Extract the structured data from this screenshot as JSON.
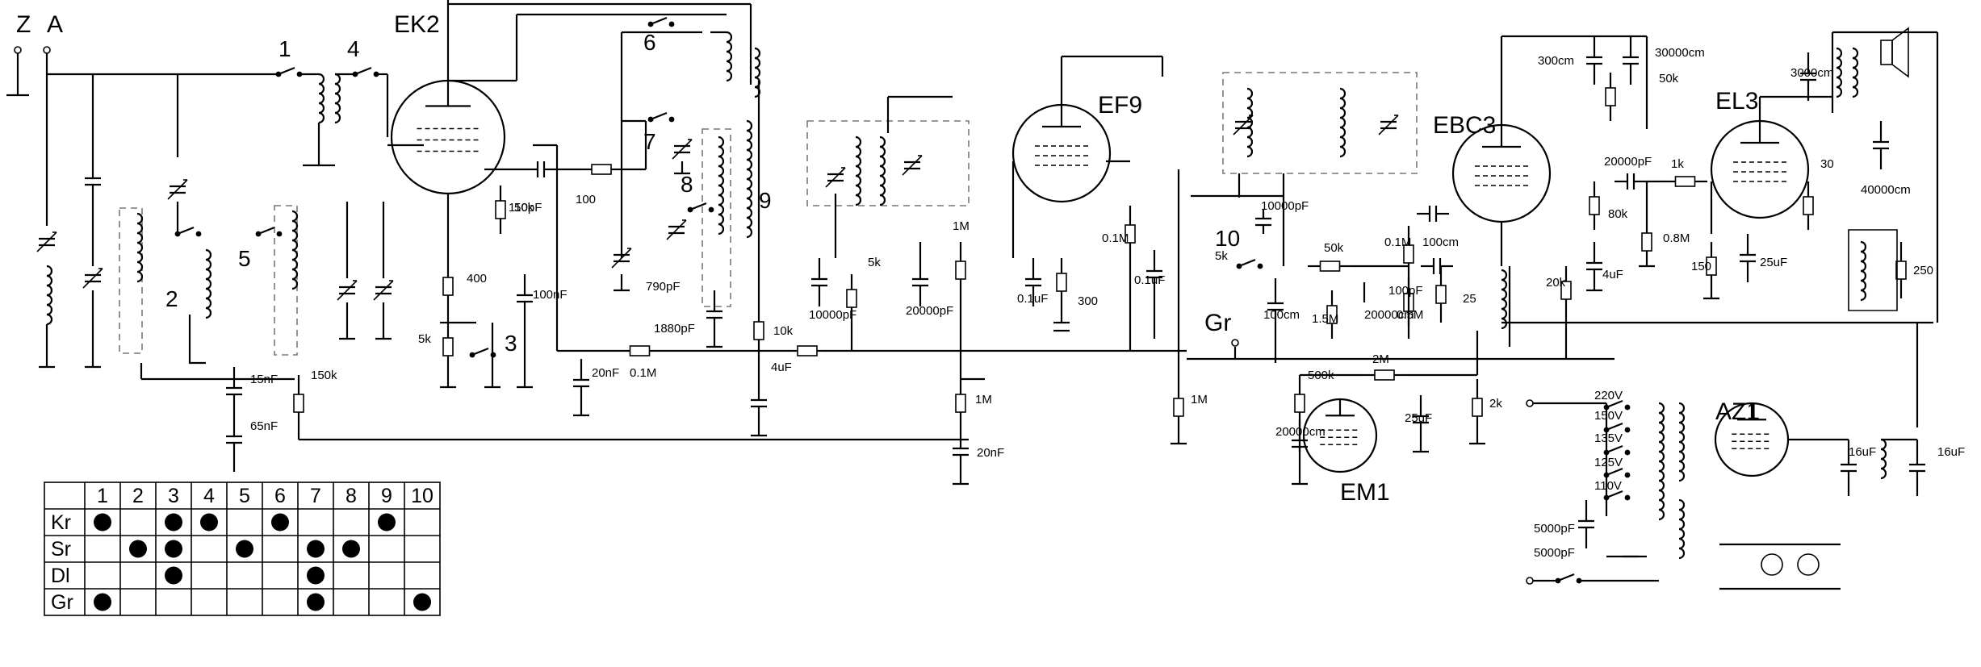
{
  "diagram": {
    "tubes": [
      "EK2",
      "EF9",
      "EBC3",
      "EL3",
      "EM1",
      "AZ1"
    ],
    "antenna_terminals": [
      "Z",
      "A"
    ],
    "gr_terminal": "Gr",
    "switch_numbers": [
      "1",
      "2",
      "3",
      "4",
      "5",
      "6",
      "7",
      "8",
      "9",
      "10"
    ],
    "component_labels": {
      "c110p": "110pF",
      "r50k_a": "50k",
      "r100": "100",
      "r400": "400",
      "c100n": "100nF",
      "r5k_a": "5k",
      "c15n": "15nF",
      "c65n": "65nF",
      "r150k": "150k",
      "c20n_a": "20nF",
      "r01m_a": "0.1M",
      "c790p": "790pF",
      "c1880p": "1880pF",
      "c10000p_a": "10000pF",
      "r10k": "10k",
      "c4u_a": "4uF",
      "r5k_b": "5k",
      "c20000p_a": "20000pF",
      "r1m_a": "1M",
      "r1m_b": "1M",
      "c20n_b": "20nF",
      "c01u_a": "0.1uF",
      "r300": "300",
      "r01m_b": "0.1M",
      "c01u_b": "0.1uF",
      "r1m_c": "1M",
      "c10000p_b": "10000pF",
      "r5k_c": "5k",
      "c100cm_a": "100cm",
      "r50k_b": "50k",
      "r01m_c": "0.1M",
      "c100cm_b": "100cm",
      "c100p": "100pF",
      "r05m": "0.5M",
      "c20000cm_a": "20000cm",
      "r15m": "1.5M",
      "r25": "25",
      "r500k": "500k",
      "r2m": "2M",
      "c25u": "25uF",
      "r2k": "2k",
      "c20000cm_b": "20000cm",
      "c300cm": "300cm",
      "c30000cm": "30000cm",
      "r50k_c": "50k",
      "c20000p_b": "20000pF",
      "r80k": "80k",
      "r20k": "20k",
      "c4u_b": "4uF",
      "r1k": "1k",
      "r08m": "0.8M",
      "r30": "30",
      "r150": "150",
      "c25u_b": "25uF",
      "c3000cm": "3000cm",
      "c40000cm": "40000cm",
      "r250": "250",
      "v220": "220V",
      "v150": "150V",
      "v135": "135V",
      "v125": "125V",
      "v110": "110V",
      "c5000p_a": "5000pF",
      "c5000p_b": "5000pF",
      "c16u_a": "16uF",
      "c16u_b": "16uF"
    }
  },
  "switch_table": {
    "columns": [
      "1",
      "2",
      "3",
      "4",
      "5",
      "6",
      "7",
      "8",
      "9",
      "10"
    ],
    "rows": [
      {
        "label": "Kr",
        "on": [
          1,
          3,
          4,
          6,
          9
        ]
      },
      {
        "label": "Sr",
        "on": [
          2,
          3,
          5,
          7,
          8
        ]
      },
      {
        "label": "Dl",
        "on": [
          3,
          7
        ]
      },
      {
        "label": "Gr",
        "on": [
          1,
          7,
          10
        ]
      }
    ]
  }
}
